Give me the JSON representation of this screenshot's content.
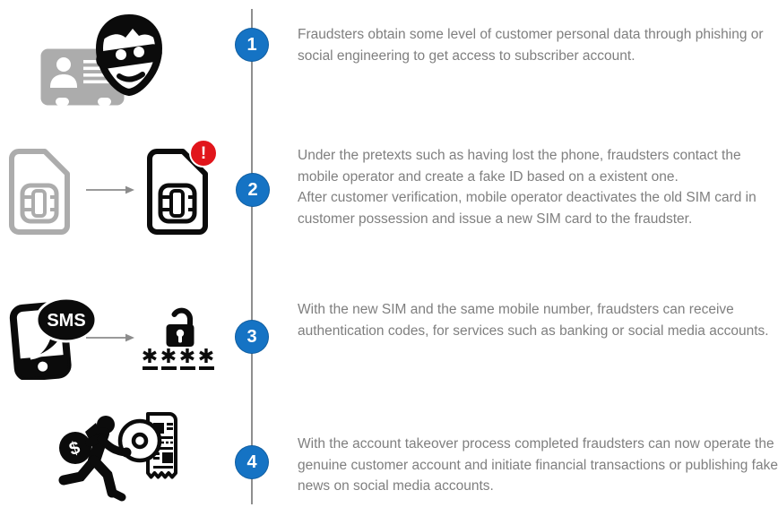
{
  "colors": {
    "background": "#FFFFFF",
    "step_circle_blue": "#1573C4",
    "alert_red": "#E1151B",
    "icon_gray": "#ACACAC",
    "arrow_gray": "#8C8C8C",
    "icon_black": "#0B0B0B",
    "body_text_gray": "#7F7F7F",
    "timeline_line_gray": "#8F8F8F"
  },
  "steps": [
    {
      "number": "1",
      "icons": [
        "id-card-icon",
        "thief-mask-icon"
      ],
      "text": "Fraudsters obtain some level of customer personal data through phishing or social engineering to get access to subscriber account."
    },
    {
      "number": "2",
      "icons": [
        "old-sim-card-icon",
        "arrow-right-icon",
        "new-sim-card-icon",
        "alert-badge"
      ],
      "alert_mark": "!",
      "text": "Under the pretexts such as having lost the phone, fraudsters contact the mobile operator and create a fake ID based on a existent one.\nAfter customer verification, mobile operator deactivates the old SIM card in customer possession and issue a new SIM card to the fraudster."
    },
    {
      "number": "3",
      "icons": [
        "sms-phone-icon",
        "arrow-right-icon",
        "unlocked-padlock-icon",
        "password-asterisks"
      ],
      "sms_label": "SMS",
      "asterisk": "✱",
      "text": "With the new SIM and the same mobile number, fraudsters can receive authentication codes, for services such as banking or social media accounts."
    },
    {
      "number": "4",
      "icons": [
        "running-thief-money-bag-icon",
        "newspaper-roll-icon"
      ],
      "money_symbol": "$",
      "text": "With the account takeover process completed fraudsters can now operate the genuine customer account and initiate financial transactions or publishing fake news on social media accounts."
    }
  ]
}
